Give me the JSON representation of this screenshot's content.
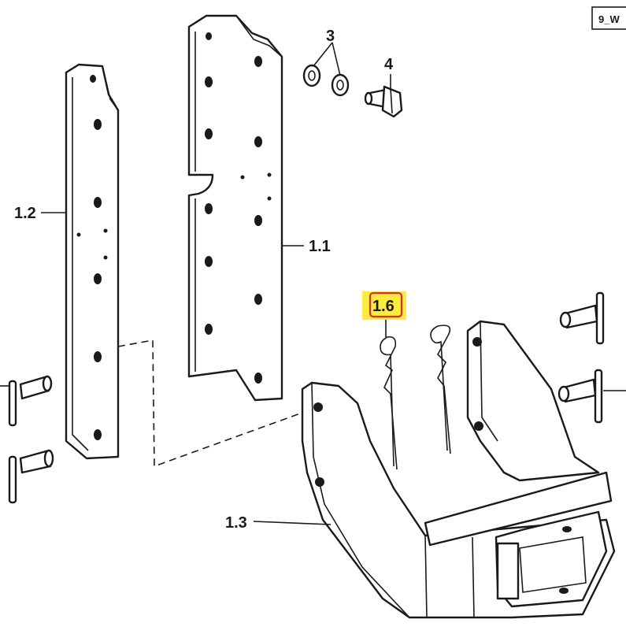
{
  "page_code": "9_W",
  "labels": {
    "plate_right": "1.1",
    "plate_left": "1.2",
    "bracket": "1.3",
    "washers": "3",
    "bolt": "4",
    "clip": "1.6"
  },
  "highlight": {
    "fill": "#ffeb3b",
    "border": "#d32f2f"
  }
}
